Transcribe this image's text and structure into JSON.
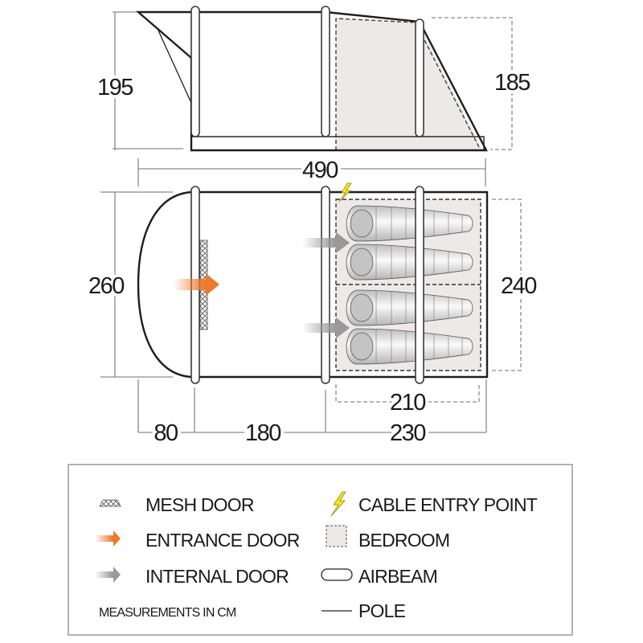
{
  "side_view": {
    "height_front": "195",
    "height_rear": "185",
    "length": "490"
  },
  "floor_plan": {
    "width": "260",
    "bedroom_width": "240",
    "bedroom_length": "210",
    "porch": "80",
    "living": "180",
    "rear": "230",
    "sleeping_bags": 4
  },
  "legend": {
    "mesh_door": "MESH DOOR",
    "entrance_door": "ENTRANCE DOOR",
    "internal_door": "INTERNAL DOOR",
    "measurements": "MEASUREMENTS IN CM",
    "cable_entry": "CABLE ENTRY POINT",
    "bedroom": "BEDROOM",
    "airbeam": "AIRBEAM",
    "pole": "POLE"
  },
  "colors": {
    "entrance": "#ec7a2c",
    "internal": "#9a9a9a",
    "bedroom": "#ece9e8",
    "cable": "#f2e51c"
  }
}
